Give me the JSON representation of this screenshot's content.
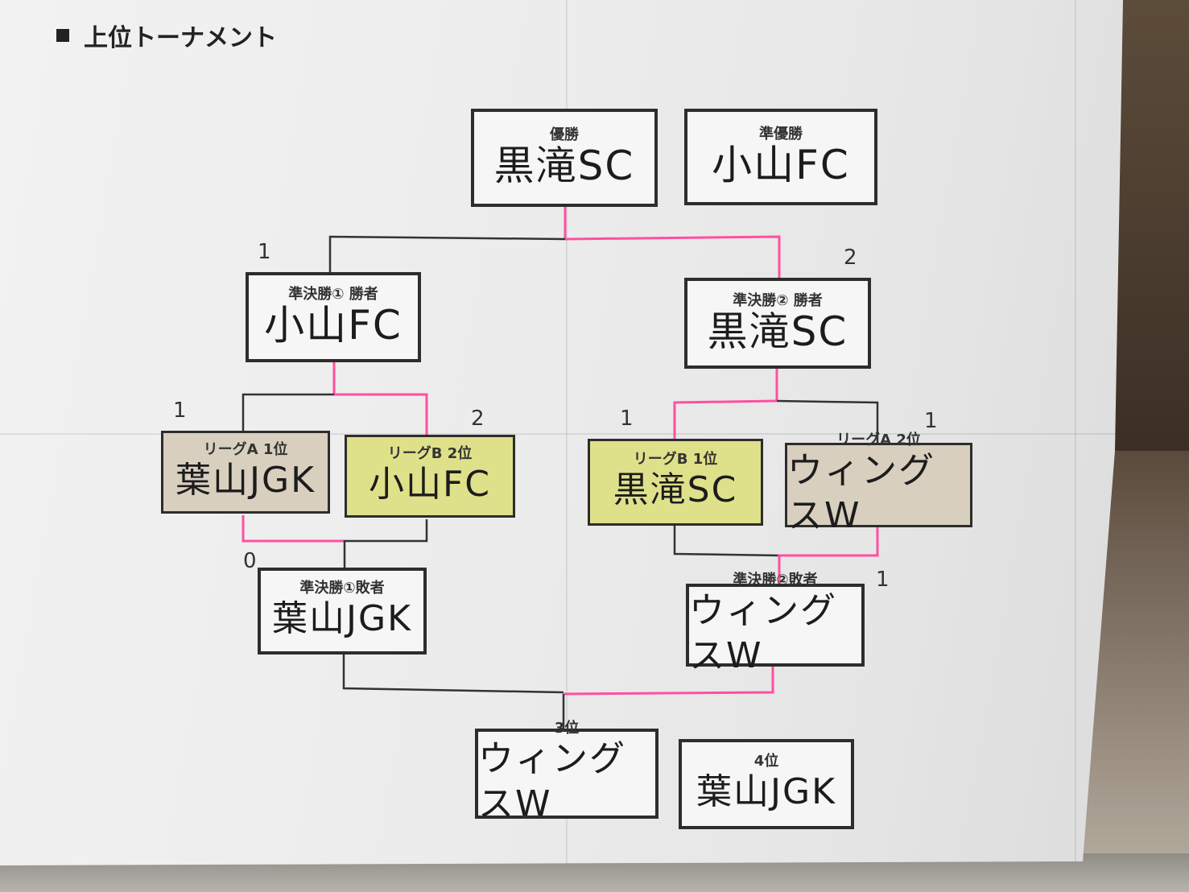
{
  "title": "上位トーナメント",
  "colors": {
    "line": "#333333",
    "winner_line": "#ff4fa0",
    "league_b": "#dfe08a",
    "league_a": "#d8cfbf"
  },
  "final": {
    "champion": {
      "label": "優勝",
      "team": "黒滝SC"
    },
    "runner_up": {
      "label": "準優勝",
      "team": "小山FC"
    }
  },
  "semifinal_winners": [
    {
      "label": "準決勝① 勝者",
      "team": "小山FC",
      "score": "1"
    },
    {
      "label": "準決勝② 勝者",
      "team": "黒滝SC",
      "score": "2"
    }
  ],
  "semifinal_entries": [
    {
      "label": "リーグA 1位",
      "team": "葉山JGK",
      "score": "1"
    },
    {
      "label": "リーグB 2位",
      "team": "小山FC",
      "score": "2"
    },
    {
      "label": "リーグB 1位",
      "team": "黒滝SC",
      "score": "1"
    },
    {
      "label": "リーグA 2位",
      "team": "ウィングスW",
      "score": "1"
    }
  ],
  "semifinal_losers": [
    {
      "label": "準決勝①敗者",
      "team": "葉山JGK",
      "score": "0"
    },
    {
      "label": "準決勝②敗者",
      "team": "ウィングスW",
      "score": "1"
    }
  ],
  "placements": {
    "third": {
      "label": "3位",
      "team": "ウィングスW"
    },
    "fourth": {
      "label": "4位",
      "team": "葉山JGK"
    }
  }
}
